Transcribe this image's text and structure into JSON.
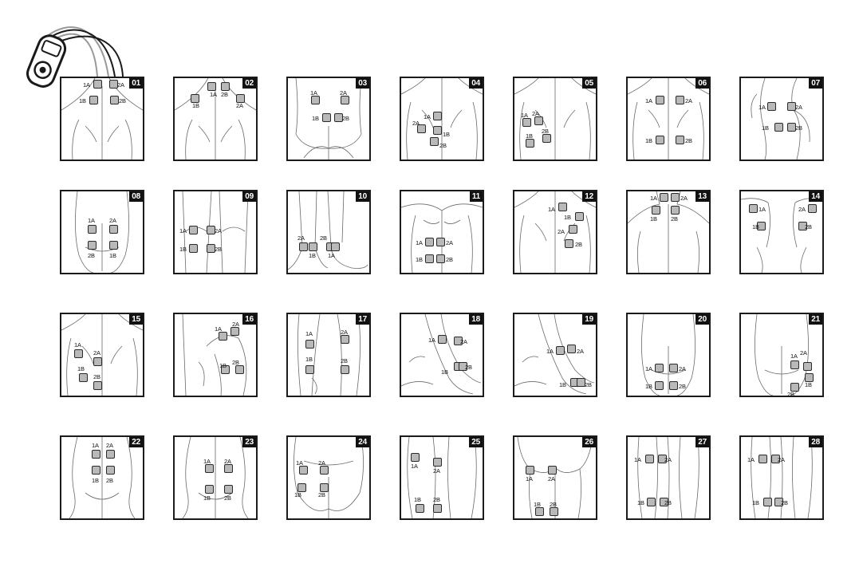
{
  "accent": "#111111",
  "pad_color": "#b9b9b9",
  "device": {
    "icon": "tens-unit-icon"
  },
  "panels": [
    {
      "number": "01",
      "figure": "upper-back",
      "labels": [
        "1A",
        "2A",
        "1B",
        "2B"
      ]
    },
    {
      "number": "02",
      "figure": "upper-back",
      "labels": [
        "1B",
        "2B",
        "1A",
        "2A"
      ]
    },
    {
      "number": "03",
      "figure": "back-buttocks",
      "labels": [
        "1A",
        "2A",
        "1B",
        "2B"
      ]
    },
    {
      "number": "04",
      "figure": "back",
      "labels": [
        "1A",
        "2A",
        "1B",
        "2B"
      ]
    },
    {
      "number": "05",
      "figure": "back",
      "labels": [
        "1A",
        "2A",
        "1B",
        "2B"
      ]
    },
    {
      "number": "06",
      "figure": "back",
      "labels": [
        "1A",
        "2A",
        "1B",
        "2B"
      ]
    },
    {
      "number": "07",
      "figure": "side-torso",
      "labels": [
        "1A",
        "2A",
        "1B",
        "2B"
      ]
    },
    {
      "number": "08",
      "figure": "abdomen",
      "labels": [
        "1A",
        "2A",
        "2B",
        "1B"
      ]
    },
    {
      "number": "09",
      "figure": "knees",
      "labels": [
        "1A",
        "2A",
        "1B",
        "2B"
      ]
    },
    {
      "number": "10",
      "figure": "ankles",
      "labels": [
        "2A",
        "2B",
        "1B",
        "1A"
      ]
    },
    {
      "number": "11",
      "figure": "chest-abdomen",
      "labels": [
        "1A",
        "2A",
        "1B",
        "2B"
      ]
    },
    {
      "number": "12",
      "figure": "back",
      "labels": [
        "1A",
        "1B",
        "2A",
        "2B"
      ]
    },
    {
      "number": "13",
      "figure": "neck-shoulders",
      "labels": [
        "1A",
        "2A",
        "1B",
        "2B"
      ]
    },
    {
      "number": "14",
      "figure": "shoulders",
      "labels": [
        "1A",
        "2A",
        "1B",
        "2B"
      ]
    },
    {
      "number": "15",
      "figure": "back",
      "labels": [
        "1A",
        "2A",
        "1B",
        "2B"
      ]
    },
    {
      "number": "16",
      "figure": "shoulder-arm",
      "labels": [
        "1A",
        "2A",
        "1B",
        "2B"
      ]
    },
    {
      "number": "17",
      "figure": "arms",
      "labels": [
        "1A",
        "2A",
        "1B",
        "2B"
      ]
    },
    {
      "number": "18",
      "figure": "forearm",
      "labels": [
        "1A",
        "2A",
        "1B",
        "2B"
      ]
    },
    {
      "number": "19",
      "figure": "forearm",
      "labels": [
        "1A",
        "2A",
        "1B",
        "2B"
      ]
    },
    {
      "number": "20",
      "figure": "abdomen",
      "labels": [
        "1A",
        "2A",
        "1B",
        "2B"
      ]
    },
    {
      "number": "21",
      "figure": "abdomen",
      "labels": [
        "2A",
        "1A",
        "1B",
        "2B"
      ]
    },
    {
      "number": "22",
      "figure": "lower-back",
      "labels": [
        "1A",
        "2A",
        "1B",
        "2B"
      ]
    },
    {
      "number": "23",
      "figure": "lower-back",
      "labels": [
        "1A",
        "2A",
        "1B",
        "2B"
      ]
    },
    {
      "number": "24",
      "figure": "hips-buttocks",
      "labels": [
        "1A",
        "2A",
        "1B",
        "2B"
      ]
    },
    {
      "number": "25",
      "figure": "legs",
      "labels": [
        "1A",
        "2A",
        "1B",
        "2B"
      ]
    },
    {
      "number": "26",
      "figure": "thighs-rear",
      "labels": [
        "1A",
        "2A",
        "1B",
        "2B"
      ]
    },
    {
      "number": "27",
      "figure": "legs-front",
      "labels": [
        "1A",
        "2A",
        "1B",
        "2B"
      ]
    },
    {
      "number": "28",
      "figure": "legs-front",
      "labels": [
        "1A",
        "2A",
        "1B",
        "2B"
      ]
    }
  ]
}
